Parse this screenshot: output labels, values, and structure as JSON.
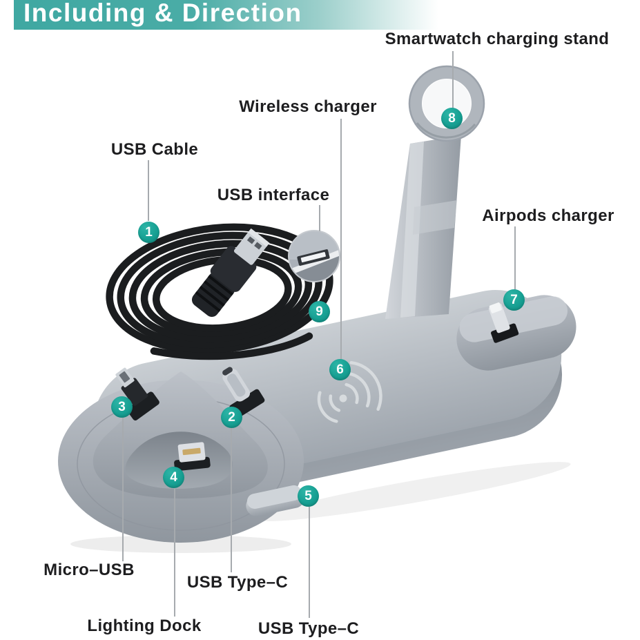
{
  "banner": {
    "title": "Including & Direction",
    "bg_color": "#3fa8a2",
    "text_color": "#ffffff"
  },
  "annotation_style": {
    "badge_color": "#17a093",
    "badge_text_color": "#ffffff",
    "label_color": "#1d1d1f",
    "line_color": "#a6aaae"
  },
  "labels": [
    {
      "id": "smartwatch-charging-stand",
      "text": "Smartwatch charging stand"
    },
    {
      "id": "wireless-charger",
      "text": "Wireless charger"
    },
    {
      "id": "usb-cable",
      "text": "USB Cable"
    },
    {
      "id": "usb-interface",
      "text": "USB interface"
    },
    {
      "id": "airpods-charger",
      "text": "Airpods charger"
    },
    {
      "id": "micro-usb",
      "text": "Micro–USB"
    },
    {
      "id": "usb-type-c-front",
      "text": "USB Type–C"
    },
    {
      "id": "lighting-dock",
      "text": "Lighting Dock"
    },
    {
      "id": "usb-type-c-base",
      "text": "USB Type–C"
    }
  ],
  "callouts": [
    {
      "num": "1",
      "points_to": "USB Cable"
    },
    {
      "num": "2",
      "points_to": "USB Type–C"
    },
    {
      "num": "3",
      "points_to": "Micro–USB"
    },
    {
      "num": "4",
      "points_to": "Lighting Dock"
    },
    {
      "num": "5",
      "points_to": "USB Type–C"
    },
    {
      "num": "6",
      "points_to": "Wireless charger"
    },
    {
      "num": "7",
      "points_to": "Airpods charger"
    },
    {
      "num": "8",
      "points_to": "Smartwatch charging stand"
    },
    {
      "num": "9",
      "points_to": "USB interface"
    }
  ]
}
